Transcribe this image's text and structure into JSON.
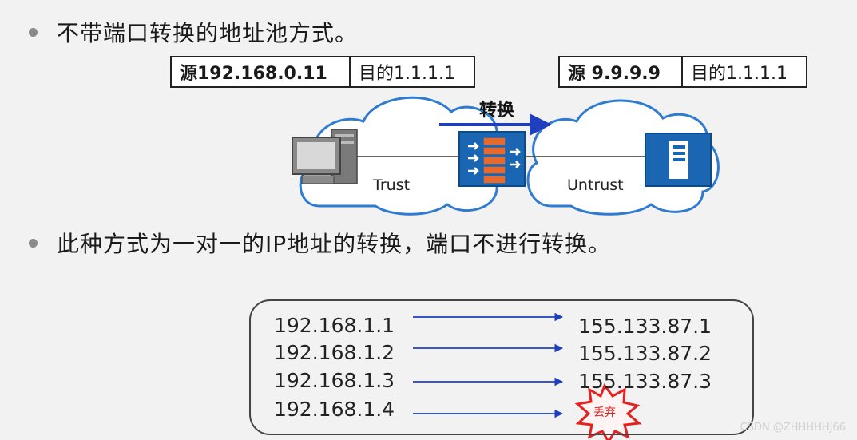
{
  "bullets": [
    "不带端口转换的地址池方式。",
    "此种方式为一对一的IP地址的转换，端口不进行转换。"
  ],
  "packet_before": {
    "src": "源192.168.0.11",
    "dst": "目的1.1.1.1"
  },
  "packet_after": {
    "src": "源 9.9.9.9",
    "dst": "目的1.1.1.1"
  },
  "translate_label": "转换",
  "zones": {
    "trust": "Trust",
    "untrust": "Untrust"
  },
  "icons": [
    "computer-icon",
    "firewall-icon",
    "server-icon"
  ],
  "mappings": [
    {
      "from": "192.168.1.1",
      "to": "155.133.87.1"
    },
    {
      "from": "192.168.1.2",
      "to": "155.133.87.2"
    },
    {
      "from": "192.168.1.3",
      "to": "155.133.87.3"
    },
    {
      "from": "192.168.1.4",
      "to": "丢弃"
    }
  ],
  "colors": {
    "arrow": "#1f3fbf",
    "firewall": "#1a66b3",
    "bricks": "#e8692a",
    "discard": "#e82020"
  },
  "watermark": "CSDN @ZHHHHHJ66"
}
